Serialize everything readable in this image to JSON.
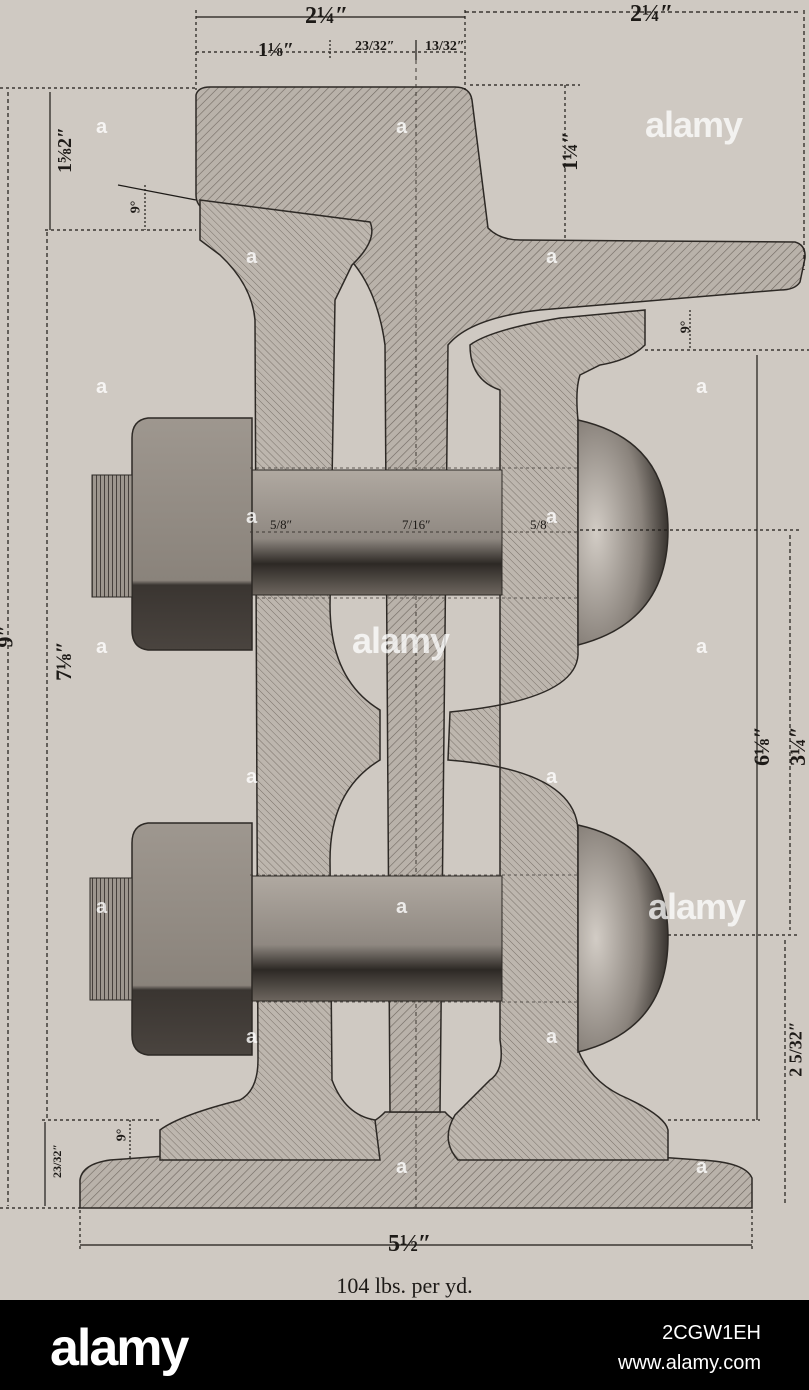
{
  "caption": "104 lbs. per yd.",
  "dimensions": {
    "top_left_width": "2¼″",
    "top_right_width": "2¼″",
    "head_left": "1⅛″",
    "head_mid": "23/32″",
    "head_right": "13/32″",
    "head_height": "1⅝2″",
    "head_height_right": "1¼″",
    "angle_top": "9°",
    "angle_right": "9°",
    "angle_bottom": "9°",
    "bolt_left": "5/8″",
    "bolt_mid": "7/16″",
    "bolt_right": "5/8″",
    "overall_height": "9″",
    "inner_height": "7⅛″",
    "right_height_a": "6⅛″",
    "right_height_b": "3¼″",
    "right_height_c": "2 5/32″",
    "base_thickness": "23/32″",
    "base_width": "5½″"
  },
  "watermark": {
    "text": "alamy",
    "letter": "a"
  },
  "footer": {
    "logo": "alamy",
    "image_id": "2CGW1EH",
    "url": "www.alamy.com"
  }
}
